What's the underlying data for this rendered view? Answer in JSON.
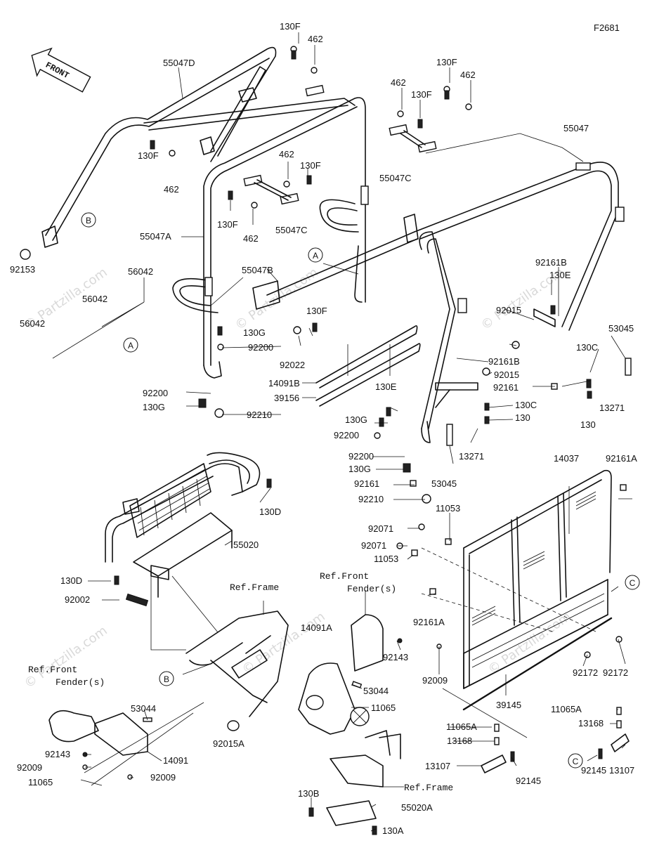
{
  "figure_id": "F2681",
  "watermark": "© Partzilla.com",
  "direction_arrow": "FRONT",
  "callouts": [
    "A",
    "A",
    "B",
    "B",
    "C",
    "C"
  ],
  "labels": {
    "p130F_a": "130F",
    "p462_a": "462",
    "p55047D": "55047D",
    "p130F_b": "130F",
    "p462_b": "462",
    "p462_c": "462",
    "p130F_c": "130F",
    "p55047": "55047",
    "p130F_d": "130F",
    "p462_d": "462",
    "p462_e": "462",
    "p130F_e": "130F",
    "p55047C_a": "55047C",
    "p130F_f": "130F",
    "p462_f": "462",
    "p55047C_b": "55047C",
    "p55047A": "55047A",
    "p92153": "92153",
    "p56042_a": "56042",
    "p56042_b": "56042",
    "p56042_c": "56042",
    "p55047B": "55047B",
    "p130F_g": "130F",
    "p130G_a": "130G",
    "p92200_a": "92200",
    "p92022": "92022",
    "p92200_b": "92200",
    "p130G_b": "130G",
    "p92210_a": "92210",
    "p14091B": "14091B",
    "p39156": "39156",
    "p92161B_a": "92161B",
    "p130E_a": "130E",
    "p92015_a": "92015",
    "p53045_a": "53045",
    "p130C_a": "130C",
    "p13271_a": "13271",
    "p130_a": "130",
    "p92161B_b": "92161B",
    "p92015_b": "92015",
    "p92161_a": "92161",
    "p130E_b": "130E",
    "p130C_b": "130C",
    "p130_b": "130",
    "p130G_c": "130G",
    "p92200_c": "92200",
    "p92200_d": "92200",
    "p130G_d": "130G",
    "p92161_b": "92161",
    "p92210_b": "92210",
    "p53045_b": "53045",
    "p13271_b": "13271",
    "p130D_a": "130D",
    "p55020": "55020",
    "p130D_b": "130D",
    "p92002": "92002",
    "p14037": "14037",
    "p92161A_a": "92161A",
    "p11053_a": "11053",
    "p92071_a": "92071",
    "p92071_b": "92071",
    "p11053_b": "11053",
    "p92161A_b": "92161A",
    "p92172_a": "92172",
    "p92172_b": "92172",
    "p39145": "39145",
    "ref_frame_a": "Ref.Frame",
    "ref_fender_a_1": "Ref.Front",
    "ref_fender_a_2": "Fender(s)",
    "p14091A": "14091A",
    "p92143_a": "92143",
    "p92009_a": "92009",
    "p53044_a": "53044",
    "p11065_a": "11065",
    "p92015A": "92015A",
    "ref_fender_b_1": "Ref.Front",
    "ref_fender_b_2": "Fender(s)",
    "p53044_b": "53044",
    "p92143_b": "92143",
    "p92009_b": "92009",
    "p14091": "14091",
    "p92009_c": "92009",
    "p11065_b": "11065",
    "p11065A_a": "11065A",
    "p13168_a": "13168",
    "p13107_a": "13107",
    "p92145_a": "92145",
    "p11065A_b": "11065A",
    "p13168_b": "13168",
    "p13107_b": "13107",
    "p92145_b": "92145",
    "p130B": "130B",
    "ref_frame_b": "Ref.Frame",
    "p55020A": "55020A",
    "p130A": "130A"
  }
}
